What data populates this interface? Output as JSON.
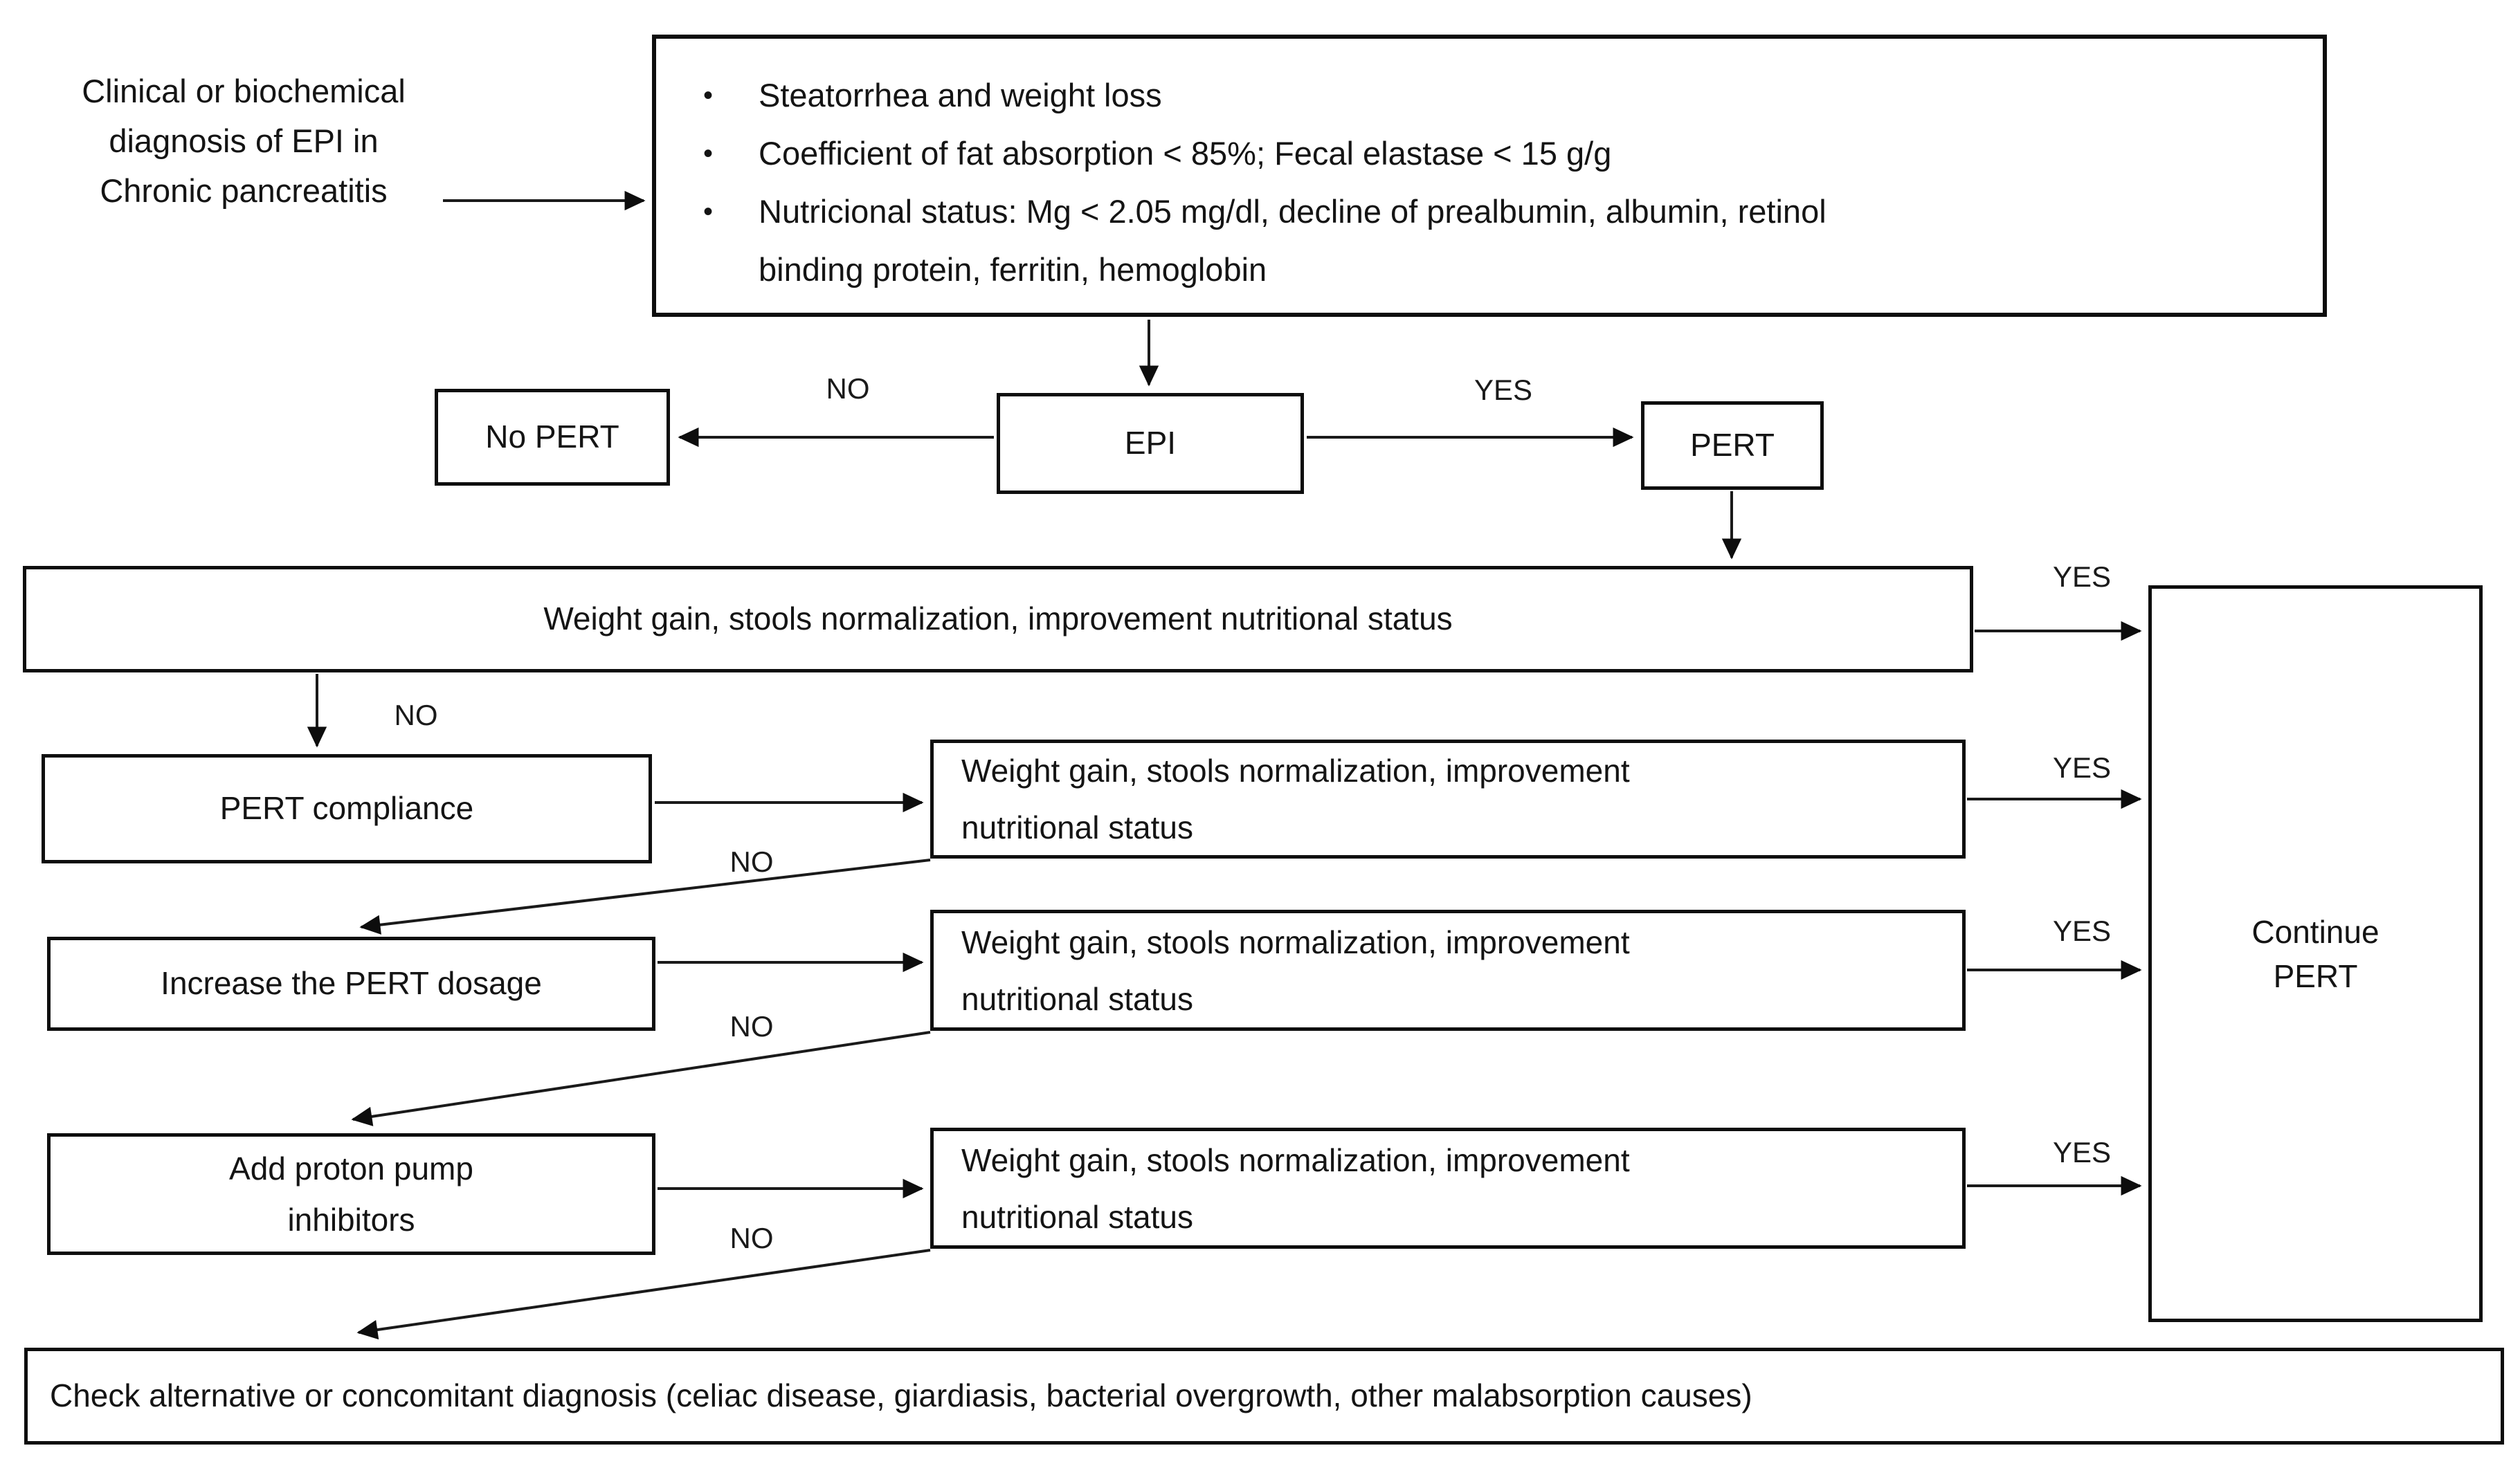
{
  "labels": {
    "yes": "YES",
    "no": "NO"
  },
  "criteria": {
    "bullet_glyph": "•",
    "bullets": [
      "Steatorrhea and weight loss",
      "Coefficient of fat absorption < 85%; Fecal elastase < 15 g/g",
      "Nutricional status: Mg < 2.05 mg/dl, decline of prealbumin, albumin, retinol\nbinding protein, ferritin, hemoglobin"
    ]
  },
  "nodes": {
    "start": "Clinical or biochemical\ndiagnosis of EPI in\nChronic pancreatitis",
    "epi": "EPI",
    "no_pert": "No PERT",
    "pert": "PERT",
    "outcome_check": "Weight gain, stools normalization, improvement nutritional status",
    "outcome_check_wrapped": "Weight gain, stools normalization, improvement\nnutritional status",
    "pert_compliance": "PERT compliance",
    "increase_dosage": "Increase the PERT dosage",
    "add_ppi": "Add proton pump\ninhibitors",
    "continue_pert": "Continue\nPERT",
    "check_alternative": "Check alternative or concomitant diagnosis (celiac disease, giardiasis, bacterial overgrowth, other malabsorption causes)"
  }
}
